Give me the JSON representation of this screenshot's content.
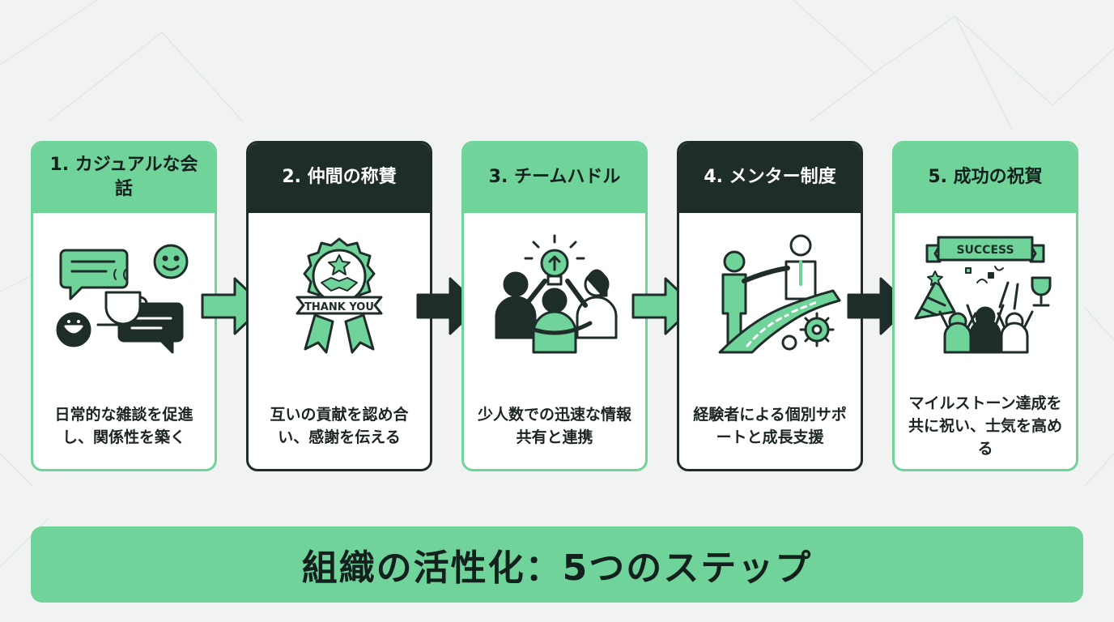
{
  "colors": {
    "accent": "#6fd39a",
    "dark": "#1f2d2a",
    "background": "#f0f3f2",
    "card": "#ffffff"
  },
  "steps": [
    {
      "title": "1. カジュアルな会話",
      "desc": "日常的な雑談を促進し、関係性を築く",
      "theme": "light",
      "icon": "chat-coffee-icon"
    },
    {
      "title": "2. 仲間の称賛",
      "desc": "互いの貢献を認め合い、感謝を伝える",
      "theme": "dark",
      "icon": "thank-you-badge-icon",
      "badge_text": "THANK YOU"
    },
    {
      "title": "3. チームハドル",
      "desc": "少人数での迅速な情報共有と連携",
      "theme": "light",
      "icon": "team-huddle-icon"
    },
    {
      "title": "4. メンター制度",
      "desc": "経験者による個別サポートと成長支援",
      "theme": "dark",
      "icon": "mentor-path-icon"
    },
    {
      "title": "5. 成功の祝賀",
      "desc": "マイルストーン達成を共に祝い、士気を高める",
      "theme": "light",
      "icon": "celebration-icon",
      "banner_text": "SUCCESS"
    }
  ],
  "arrows": [
    "light",
    "dark",
    "light",
    "dark"
  ],
  "footer": {
    "title": "組織の活性化：5つのステップ"
  }
}
